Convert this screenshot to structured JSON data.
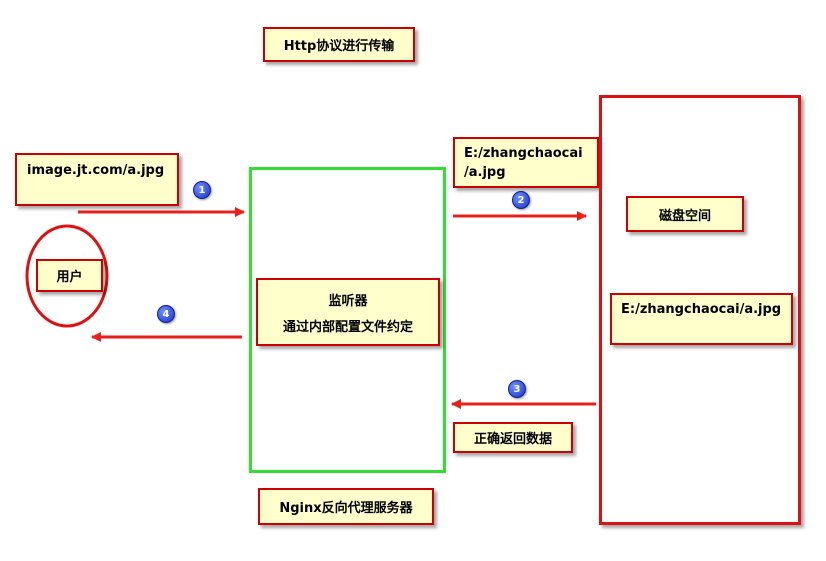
{
  "title": "Http协议进行传输",
  "request_url": "image.jt.com/a.jpg",
  "user_label": "用户",
  "listener": {
    "title": "监听器",
    "subtitle": "通过内部配置文件约定"
  },
  "server_label": "Nginx反向代理服务器",
  "disk_path_line1": "E:/zhangchaocai",
  "disk_path_line2": "/a.jpg",
  "disk_label": "磁盘空间",
  "disk_file": "E:/zhangchaocai/a.jpg",
  "return_label": "正确返回数据",
  "steps": [
    "1",
    "2",
    "3",
    "4"
  ],
  "colors": {
    "arrow": "#e8201c",
    "note_border": "#cc0000",
    "note_fill": "#ffffcc",
    "server_border": "#33dd33",
    "disk_border": "#dd1111",
    "badge": "#1f3bd1"
  }
}
